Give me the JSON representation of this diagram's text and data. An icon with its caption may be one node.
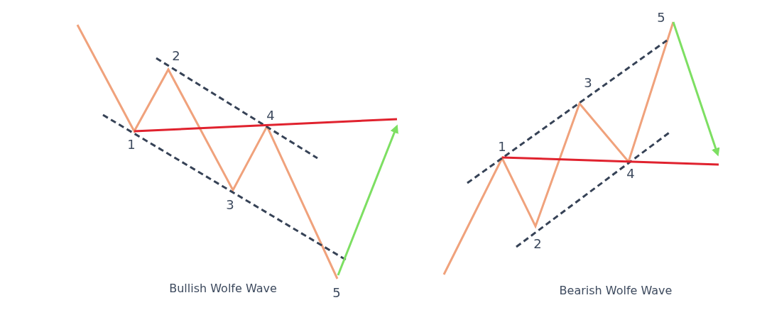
{
  "diagram": {
    "labels": [
      "2",
      "4",
      "1",
      "3",
      "5",
      "Bullish Wolfe Wave",
      "5",
      "3",
      "1",
      "4",
      "2",
      "Bearish Wolfe Wave"
    ]
  }
}
